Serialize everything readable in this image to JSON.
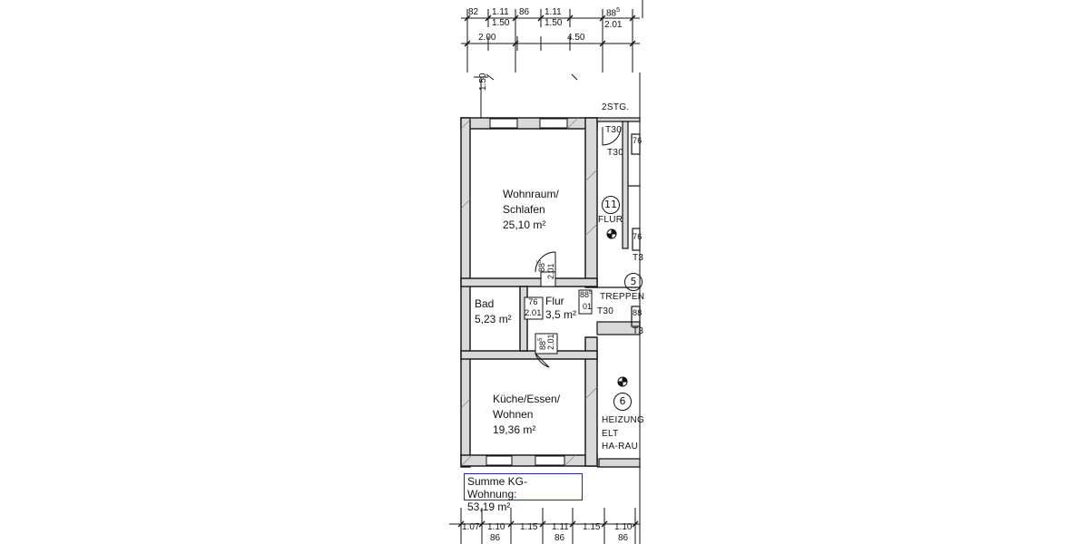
{
  "rooms": {
    "wohnraum": {
      "name_line1": "Wohnraum/",
      "name_line2": "Schlafen",
      "area": "25,10 m²"
    },
    "bad": {
      "name": "Bad",
      "area": "5,23 m²"
    },
    "flur": {
      "name": "Flur",
      "area": "3,5 m²"
    },
    "kueche": {
      "name_line1": "Küche/Essen/",
      "name_line2": "Wohnen",
      "area": "19,36 m²"
    }
  },
  "neighbor_labels": {
    "stg": "2STG.",
    "t30_a": "T30",
    "t30_b": "T30",
    "t30_c": "T30",
    "t30_d": "T3",
    "t3_e": "T3",
    "flur_num": "11",
    "flur_label": "FLUR",
    "treppen_num": "5",
    "treppen_label": "TREPPEN",
    "heizung_num": "6",
    "heizung_label": "HEIZUNG",
    "elt_label": "ELT",
    "ha_label": "HA-RAU",
    "r76a": "76",
    "r76b": "76",
    "r88": "88"
  },
  "dimensions_top": {
    "d82": "82",
    "d111a": "1.11",
    "d150a": "1.50",
    "d86": "86",
    "d111b": "1.11",
    "d150b": "1.50",
    "d885": "88",
    "d885_sup": "5",
    "d201": "2.01",
    "d200": "2.00",
    "d450": "4.50",
    "d150_side": "1.50"
  },
  "dimensions_bottom": {
    "d107": "1.07",
    "d110a": "1.10",
    "d86a": "86",
    "d115a": "1.15",
    "d111": "1.11",
    "d86b": "86",
    "d115b": "1.15",
    "d110b": "1.10",
    "d86c": "86"
  },
  "door_labels": {
    "door1_w": "88",
    "door1_sup": "5",
    "door1_h": "2.01",
    "door2_w": "76",
    "door2_h": "2.01",
    "door3_w": "88",
    "door3_sup": "5",
    "door3_h": "2.01",
    "door4_w": "88",
    "door4_sup": "5",
    "door4_h": "01"
  },
  "summary": {
    "line1": "Summe KG- Wohnung:",
    "line2": "53,19 m²"
  }
}
